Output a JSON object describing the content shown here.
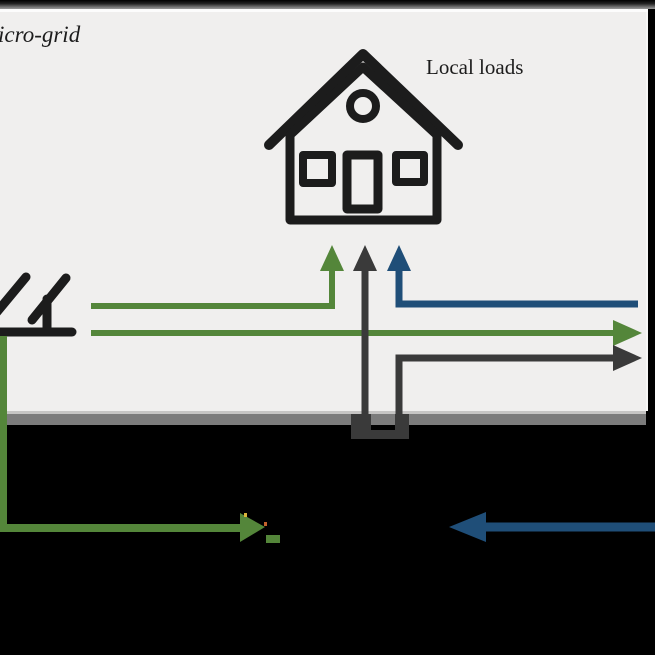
{
  "labels": {
    "region": "icro-grid",
    "local_loads": "Local loads"
  },
  "colors": {
    "outer_background": "#000000",
    "microgrid_fill": "#f0efee",
    "microgrid_border_gray": "#7c7c7c",
    "icon_stroke": "#1c1c1c",
    "dark_line": "#3a3a3a",
    "green_line": "#54863a",
    "blue_line": "#1f4e78",
    "fragment_green": "#54863a",
    "fragment_yellow": "#d9b43a",
    "fragment_orange": "#c2622c"
  },
  "icons": [
    {
      "name": "house-icon",
      "meaning": "Local loads"
    },
    {
      "name": "solar-panel-icon",
      "meaning": "PV source (partially cropped at left edge)"
    },
    {
      "name": "plug-connector-icon",
      "meaning": "connection through micro-grid boundary"
    }
  ],
  "flows": [
    {
      "color": "green",
      "direction": "up",
      "from": "solar-panel",
      "to": "local-loads"
    },
    {
      "color": "dark",
      "direction": "up",
      "from": "boundary-connector",
      "to": "local-loads"
    },
    {
      "color": "blue",
      "direction": "up",
      "from": "right-edge",
      "to": "local-loads"
    },
    {
      "color": "green",
      "direction": "right",
      "from": "solar-panel",
      "to": "right-edge"
    },
    {
      "color": "dark",
      "direction": "right",
      "from": "boundary-connector",
      "to": "right-edge"
    },
    {
      "color": "green",
      "direction": "right-then-down",
      "from": "solar-panel",
      "to": "lower-area"
    },
    {
      "color": "blue",
      "direction": "left",
      "from": "right-edge",
      "to": "lower-area"
    }
  ]
}
